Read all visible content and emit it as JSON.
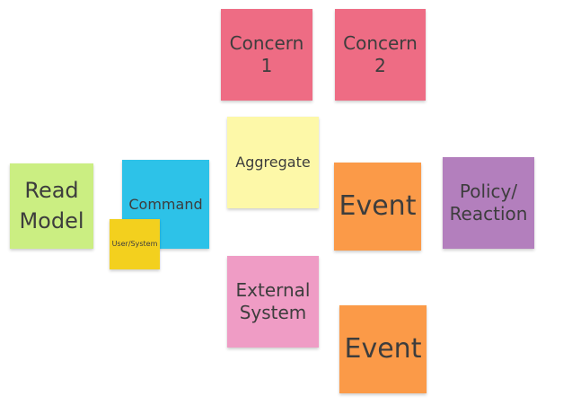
{
  "colors": {
    "concern": "#ee6c84",
    "aggregate": "#fdf8a8",
    "read_model": "#cbee82",
    "command": "#2dc2e8",
    "user_system": "#f3d01e",
    "event": "#fb9a48",
    "policy": "#b37fbd",
    "external_system": "#ef9cc5"
  },
  "notes": {
    "concern1": {
      "line1": "Concern",
      "line2": "1"
    },
    "concern2": {
      "line1": "Concern",
      "line2": "2"
    },
    "aggregate": {
      "label": "Aggregate"
    },
    "read_model": {
      "line1": "Read",
      "line2": "Model"
    },
    "command": {
      "label": "Command"
    },
    "user_system": {
      "label": "User/System"
    },
    "event1": {
      "label": "Event"
    },
    "policy": {
      "line1": "Policy/",
      "line2": "Reaction"
    },
    "external_system": {
      "line1": "External",
      "line2": "System"
    },
    "event2": {
      "label": "Event"
    }
  }
}
